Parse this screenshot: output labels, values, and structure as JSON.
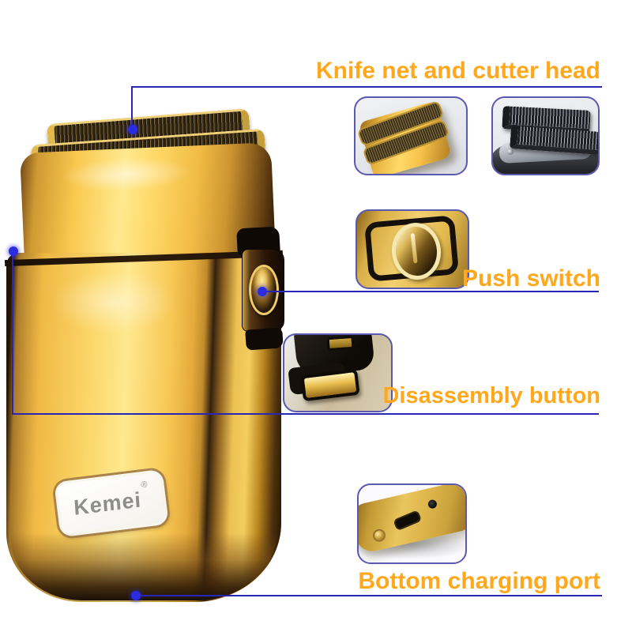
{
  "figure": {
    "background": "#ffffff",
    "product": {
      "brand": "Kemei",
      "registered_mark": "®"
    },
    "annotations": [
      {
        "id": "knife-net",
        "label": "Knife net and cutter head"
      },
      {
        "id": "push-switch",
        "label": "Push switch"
      },
      {
        "id": "disassembly-button",
        "label": "Disassembly button"
      },
      {
        "id": "bottom-charging-port",
        "label": "Bottom charging port"
      }
    ],
    "colors": {
      "label_text": "#FFA81E",
      "leader_line": "#2826B5",
      "leader_dot": "#2B2BE0",
      "card_border": "#5A58B0",
      "shaver_gold": "#F8C855"
    }
  }
}
